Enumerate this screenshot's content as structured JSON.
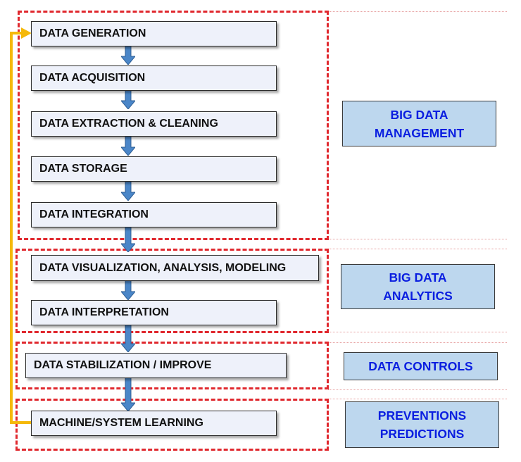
{
  "steps": [
    "DATA GENERATION",
    "DATA ACQUISITION",
    "DATA EXTRACTION & CLEANING",
    "DATA STORAGE",
    "DATA INTEGRATION",
    "DATA VISUALIZATION, ANALYSIS, MODELING",
    "DATA INTERPRETATION",
    "DATA STABILIZATION / IMPROVE",
    "MACHINE/SYSTEM LEARNING"
  ],
  "categories": {
    "management": [
      "BIG DATA",
      "MANAGEMENT"
    ],
    "analytics": [
      "BIG DATA",
      "ANALYTICS"
    ],
    "controls": [
      "DATA CONTROLS"
    ],
    "predictions": [
      "PREVENTIONS",
      "PREDICTIONS"
    ]
  },
  "colors": {
    "dashed_border": "#e0282e",
    "step_fill": "#eef1fa",
    "category_fill": "#bdd7ee",
    "category_text": "#0a1ee0",
    "flow_arrow": "#4a86c8",
    "feedback_arrow": "#f5b90a"
  },
  "icons": {
    "flow": "down-arrow-icon",
    "feedback": "feedback-loop-arrow-icon"
  }
}
